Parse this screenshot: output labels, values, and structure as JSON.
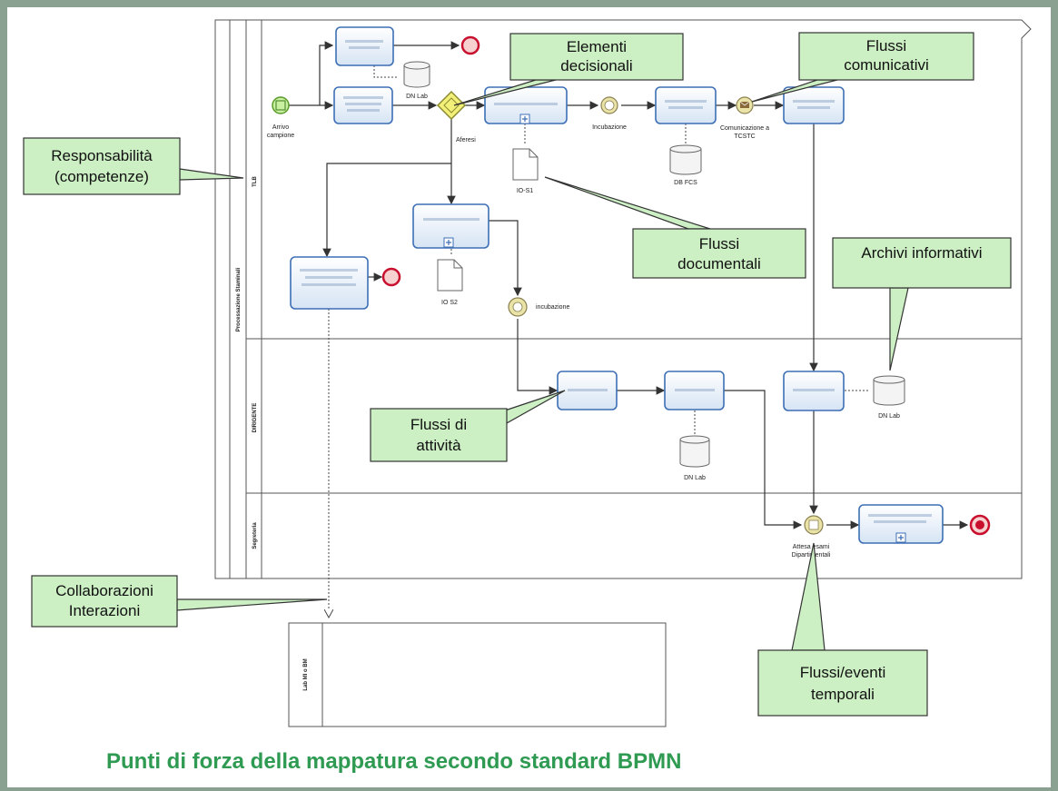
{
  "footer_title": "Punti di forza della mappatura secondo standard BPMN",
  "callouts": {
    "responsabilita": [
      "Responsabilità",
      "(competenze)"
    ],
    "elementi": [
      "Elementi",
      "decisionali"
    ],
    "comunicativi": [
      "Flussi",
      "comunicativi"
    ],
    "documentali": [
      "Flussi",
      "documentali"
    ],
    "archivi": [
      "Archivi informativi"
    ],
    "attivita": [
      "Flussi di",
      "attività"
    ],
    "collaborazioni": [
      "Collaborazioni",
      "Interazioni"
    ],
    "temporali": [
      "Flussi/eventi",
      "temporali"
    ]
  },
  "pool": {
    "label": "Processazione Staminali"
  },
  "lanes": {
    "lane1": "TLB",
    "lane2": "DIRIGENTE",
    "lane3": "Segreteria"
  },
  "external_pool": {
    "label": "Lab MI o BM"
  },
  "diagram_labels": {
    "start": [
      "Arrivo",
      "campione"
    ],
    "dn_lab_1": "DN Lab",
    "aferesi": "Aferesi",
    "io_s1": "IO-S1",
    "incubazione_1": "Incubazione",
    "db_fcs": "DB FCS",
    "comunicazione": [
      "Comunicazione a",
      "TCSTC"
    ],
    "io_s2": "IO S2",
    "incubazione_2": "incubazione",
    "dn_lab_2": "DN Lab",
    "dn_lab_3": "DN Lab",
    "attesa": [
      "Attesa esami",
      "Dipartimentali"
    ]
  },
  "colors": {
    "callout_fill": "#ccf0c4",
    "footer_text": "#2e9a52",
    "task_border": "#3d6fb5",
    "event_end": "#c8102e",
    "event_start": "#7ec850",
    "gateway": "#f3f07a"
  }
}
